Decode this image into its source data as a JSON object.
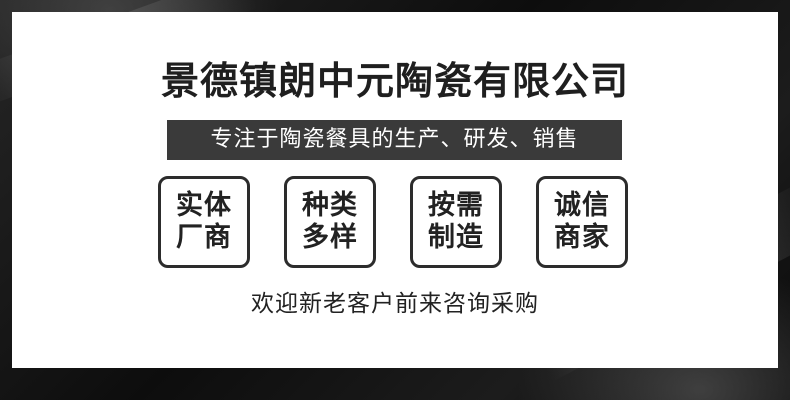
{
  "company_name": "景德镇朗中元陶瓷有限公司",
  "slogan": "专注于陶瓷餐具的生产、研发、销售",
  "features": [
    {
      "line1": "实体",
      "line2": "厂商"
    },
    {
      "line1": "种类",
      "line2": "多样"
    },
    {
      "line1": "按需",
      "line2": "制造"
    },
    {
      "line1": "诚信",
      "line2": "商家"
    }
  ],
  "welcome": "欢迎新老客户前来咨询采购",
  "colors": {
    "panel": "#ffffff",
    "slogan_bg": "#3a3a3a",
    "text": "#222222",
    "background": "#141414"
  }
}
